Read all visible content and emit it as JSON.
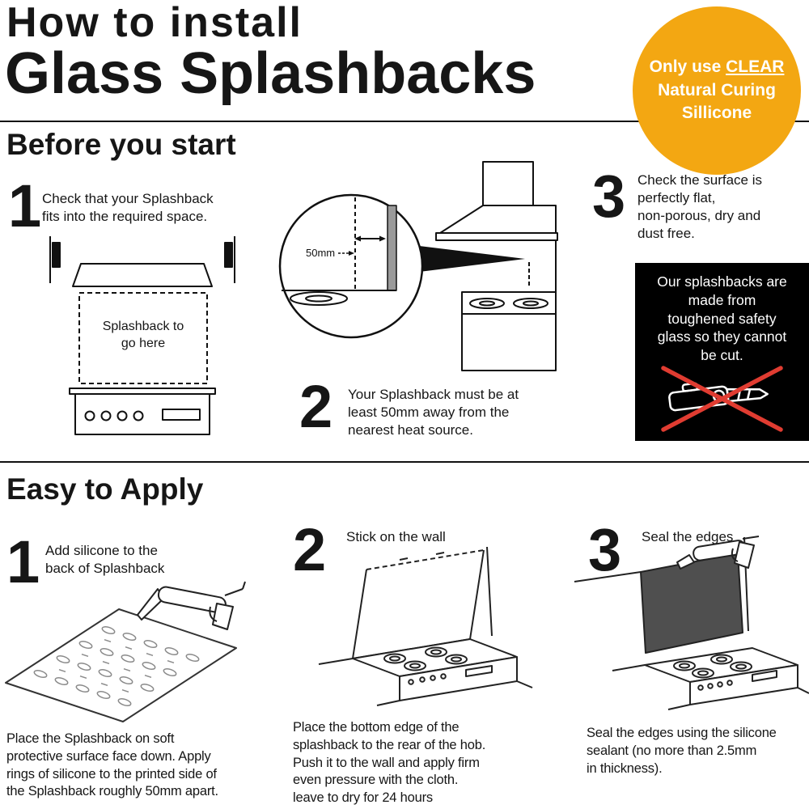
{
  "header": {
    "title_line1": "How to install",
    "title_line2": "Glass Splashbacks",
    "badge": {
      "line1_prefix": "Only use ",
      "line1_underline": "CLEAR",
      "line2": "Natural Curing",
      "line3": "Sillicone"
    }
  },
  "colors": {
    "badge_orange": "#F3A712",
    "warning_bg": "#000000",
    "cross_red": "#E03C31"
  },
  "before": {
    "heading": "Before you start",
    "step1": {
      "number": "1",
      "text": "Check that your Splashback\nfits into the required space.",
      "diagram_label": "Splashback to\ngo here"
    },
    "step2": {
      "number": "2",
      "text": "Your Splashback must be at\nleast 50mm away from the\nnearest heat source.",
      "measure_label": "50mm"
    },
    "step3": {
      "number": "3",
      "text": "Check the surface is\nperfectly flat,\nnon-porous, dry and\ndust free.",
      "warning_text": "Our splashbacks are\nmade from\ntoughened safety\nglass so they cannot\nbe cut."
    }
  },
  "apply": {
    "heading": "Easy to Apply",
    "step1": {
      "number": "1",
      "title": "Add silicone to the\nback of Splashback",
      "caption": "Place the Splashback on soft\nprotective surface face down. Apply\nrings of silicone to the printed side of\nthe Splashback roughly 50mm apart."
    },
    "step2": {
      "number": "2",
      "title": "Stick on the wall",
      "caption": "Place the bottom edge of the\nsplashback to the rear of the hob.\nPush it to the wall and apply firm\neven pressure with the cloth.\nleave to dry for 24 hours"
    },
    "step3": {
      "number": "3",
      "title": "Seal the edges",
      "caption": "Seal the edges using the silicone\nsealant (no more than 2.5mm\nin thickness)."
    }
  }
}
